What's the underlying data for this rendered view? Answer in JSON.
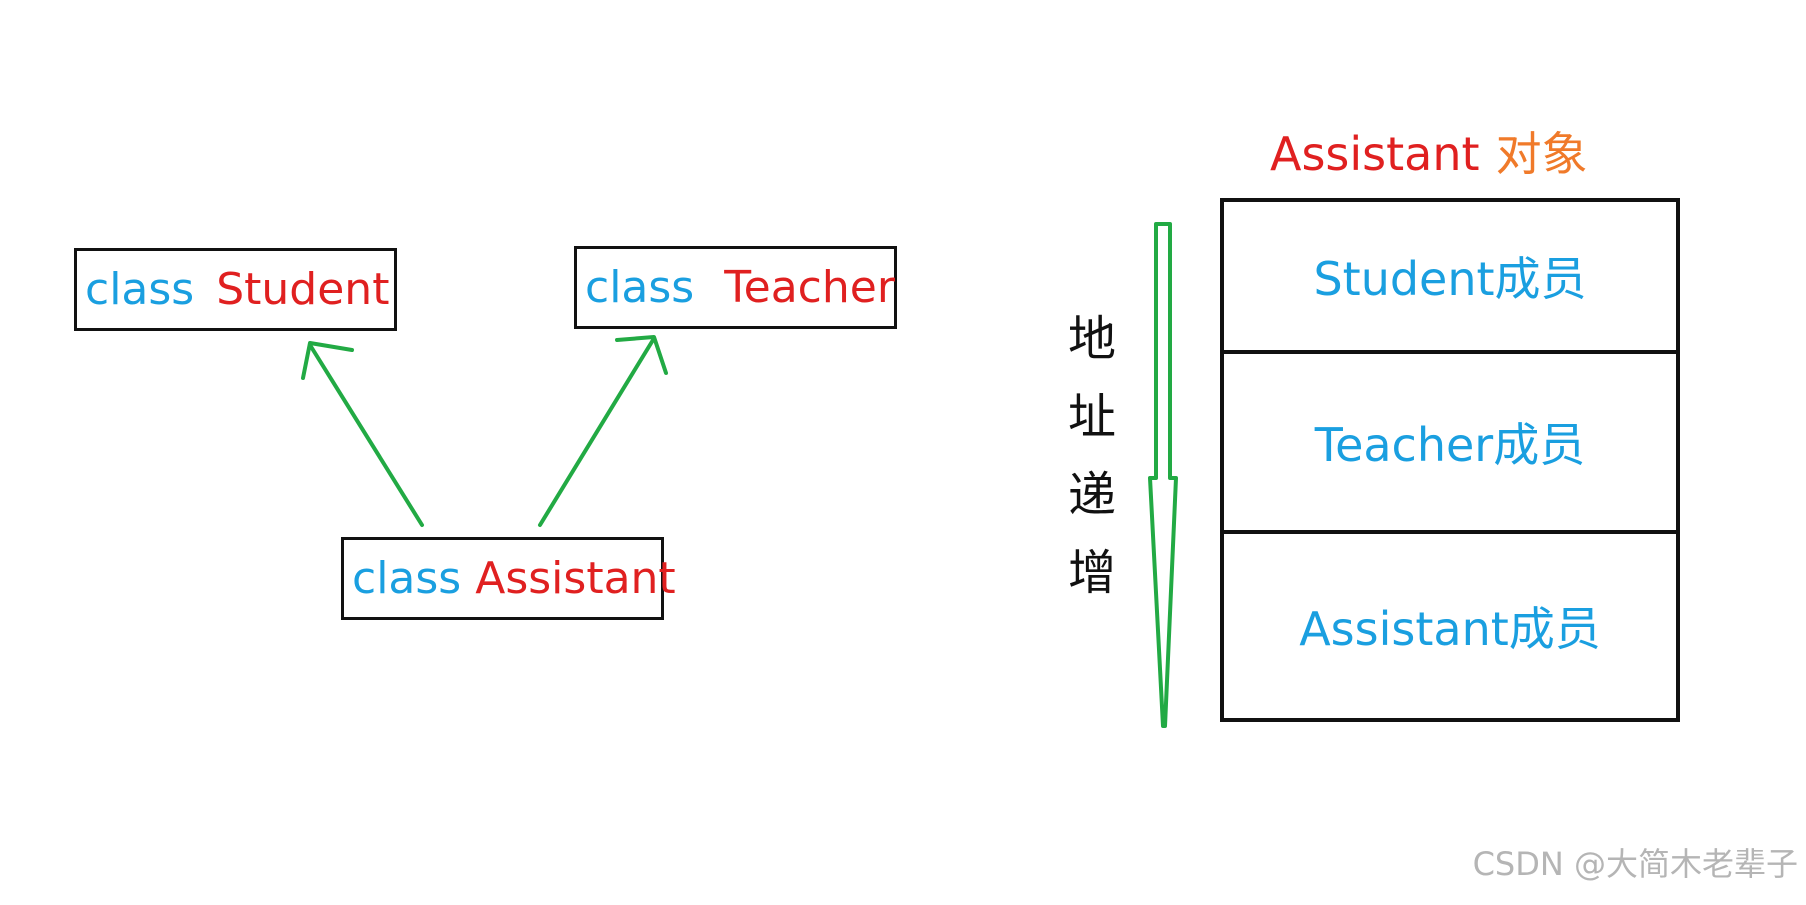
{
  "colors": {
    "keyword": "#1a9fe0",
    "class_name": "#e02020",
    "title_suffix": "#f07a2a",
    "member": "#1a9fe0",
    "arrow": "#22aa44"
  },
  "inheritance": {
    "student": {
      "keyword": "class",
      "name": "Student"
    },
    "teacher": {
      "keyword": "class",
      "name": "Teacher"
    },
    "assistant": {
      "keyword": "class",
      "name": "Assistant"
    }
  },
  "object_layout": {
    "title_name": "Assistant",
    "title_suffix": "对象",
    "members": [
      "Student成员",
      "Teacher成员",
      "Assistant成员"
    ],
    "direction_label": [
      "地",
      "址",
      "递",
      "增"
    ]
  },
  "watermark": "CSDN @大简木老辈子"
}
